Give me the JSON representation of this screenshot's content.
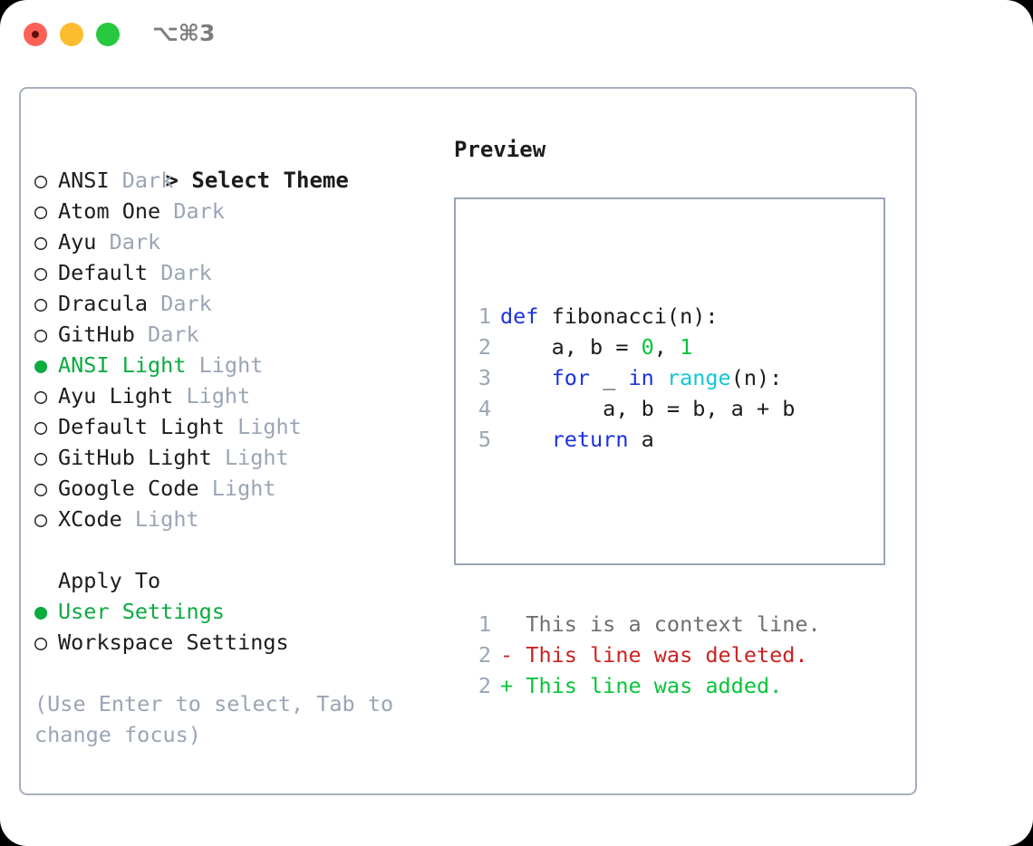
{
  "titlebar": {
    "shortcut": "⌥⌘3",
    "dots": [
      "close-red",
      "minimize-yellow",
      "zoom-green"
    ]
  },
  "colors": {
    "accent_green": "#0aab3f",
    "dim_gray": "#9aa5b5",
    "text": "#1c1c1c",
    "keyword_blue": "#1b31e0",
    "function_cyan": "#13c6d6",
    "number_green": "#08c43a",
    "diff_deleted_red": "#cc2222",
    "diff_added_green": "#08c43a",
    "border": "#a6afbe"
  },
  "theme_list": {
    "title": "Select Theme",
    "title_prefix": "> ",
    "marker_unselected": "○",
    "marker_selected": "●",
    "items": [
      {
        "name": "ANSI",
        "variant": "Dark",
        "selected": false
      },
      {
        "name": "Atom One",
        "variant": "Dark",
        "selected": false
      },
      {
        "name": "Ayu",
        "variant": "Dark",
        "selected": false
      },
      {
        "name": "Default",
        "variant": "Dark",
        "selected": false
      },
      {
        "name": "Dracula",
        "variant": "Dark",
        "selected": false
      },
      {
        "name": "GitHub",
        "variant": "Dark",
        "selected": false
      },
      {
        "name": "ANSI Light",
        "variant": "Light",
        "selected": true
      },
      {
        "name": "Ayu Light",
        "variant": "Light",
        "selected": false
      },
      {
        "name": "Default Light",
        "variant": "Light",
        "selected": false
      },
      {
        "name": "GitHub Light",
        "variant": "Light",
        "selected": false
      },
      {
        "name": "Google Code",
        "variant": "Light",
        "selected": false
      },
      {
        "name": "XCode",
        "variant": "Light",
        "selected": false
      }
    ]
  },
  "apply_to": {
    "title": "Apply To",
    "items": [
      {
        "name": "User Settings",
        "selected": true
      },
      {
        "name": "Workspace Settings",
        "selected": false
      }
    ]
  },
  "hint": "(Use Enter to select, Tab to change focus)",
  "preview": {
    "title": "Preview",
    "code_lines": [
      {
        "number": "1",
        "tokens": [
          {
            "text": "def",
            "kind": "kw"
          },
          {
            "text": " fibonacci(n):",
            "kind": "plain"
          }
        ]
      },
      {
        "number": "2",
        "tokens": [
          {
            "text": "    a, b = ",
            "kind": "plain"
          },
          {
            "text": "0",
            "kind": "num"
          },
          {
            "text": ", ",
            "kind": "plain"
          },
          {
            "text": "1",
            "kind": "num"
          }
        ]
      },
      {
        "number": "3",
        "tokens": [
          {
            "text": "    ",
            "kind": "plain"
          },
          {
            "text": "for",
            "kind": "kw"
          },
          {
            "text": " _ ",
            "kind": "plain"
          },
          {
            "text": "in",
            "kind": "kw"
          },
          {
            "text": " ",
            "kind": "plain"
          },
          {
            "text": "range",
            "kind": "fn"
          },
          {
            "text": "(n):",
            "kind": "plain"
          }
        ]
      },
      {
        "number": "4",
        "tokens": [
          {
            "text": "        a, b = b, a + b",
            "kind": "plain"
          }
        ]
      },
      {
        "number": "5",
        "tokens": [
          {
            "text": "    ",
            "kind": "plain"
          },
          {
            "text": "return",
            "kind": "kw"
          },
          {
            "text": " a",
            "kind": "plain"
          }
        ]
      }
    ],
    "diff_lines": [
      {
        "number": "1",
        "sign": " ",
        "text": " This is a context line.",
        "kind": "ctx"
      },
      {
        "number": "2",
        "sign": "-",
        "text": " This line was deleted.",
        "kind": "del"
      },
      {
        "number": "2",
        "sign": "+",
        "text": " This line was added.",
        "kind": "add"
      }
    ]
  }
}
